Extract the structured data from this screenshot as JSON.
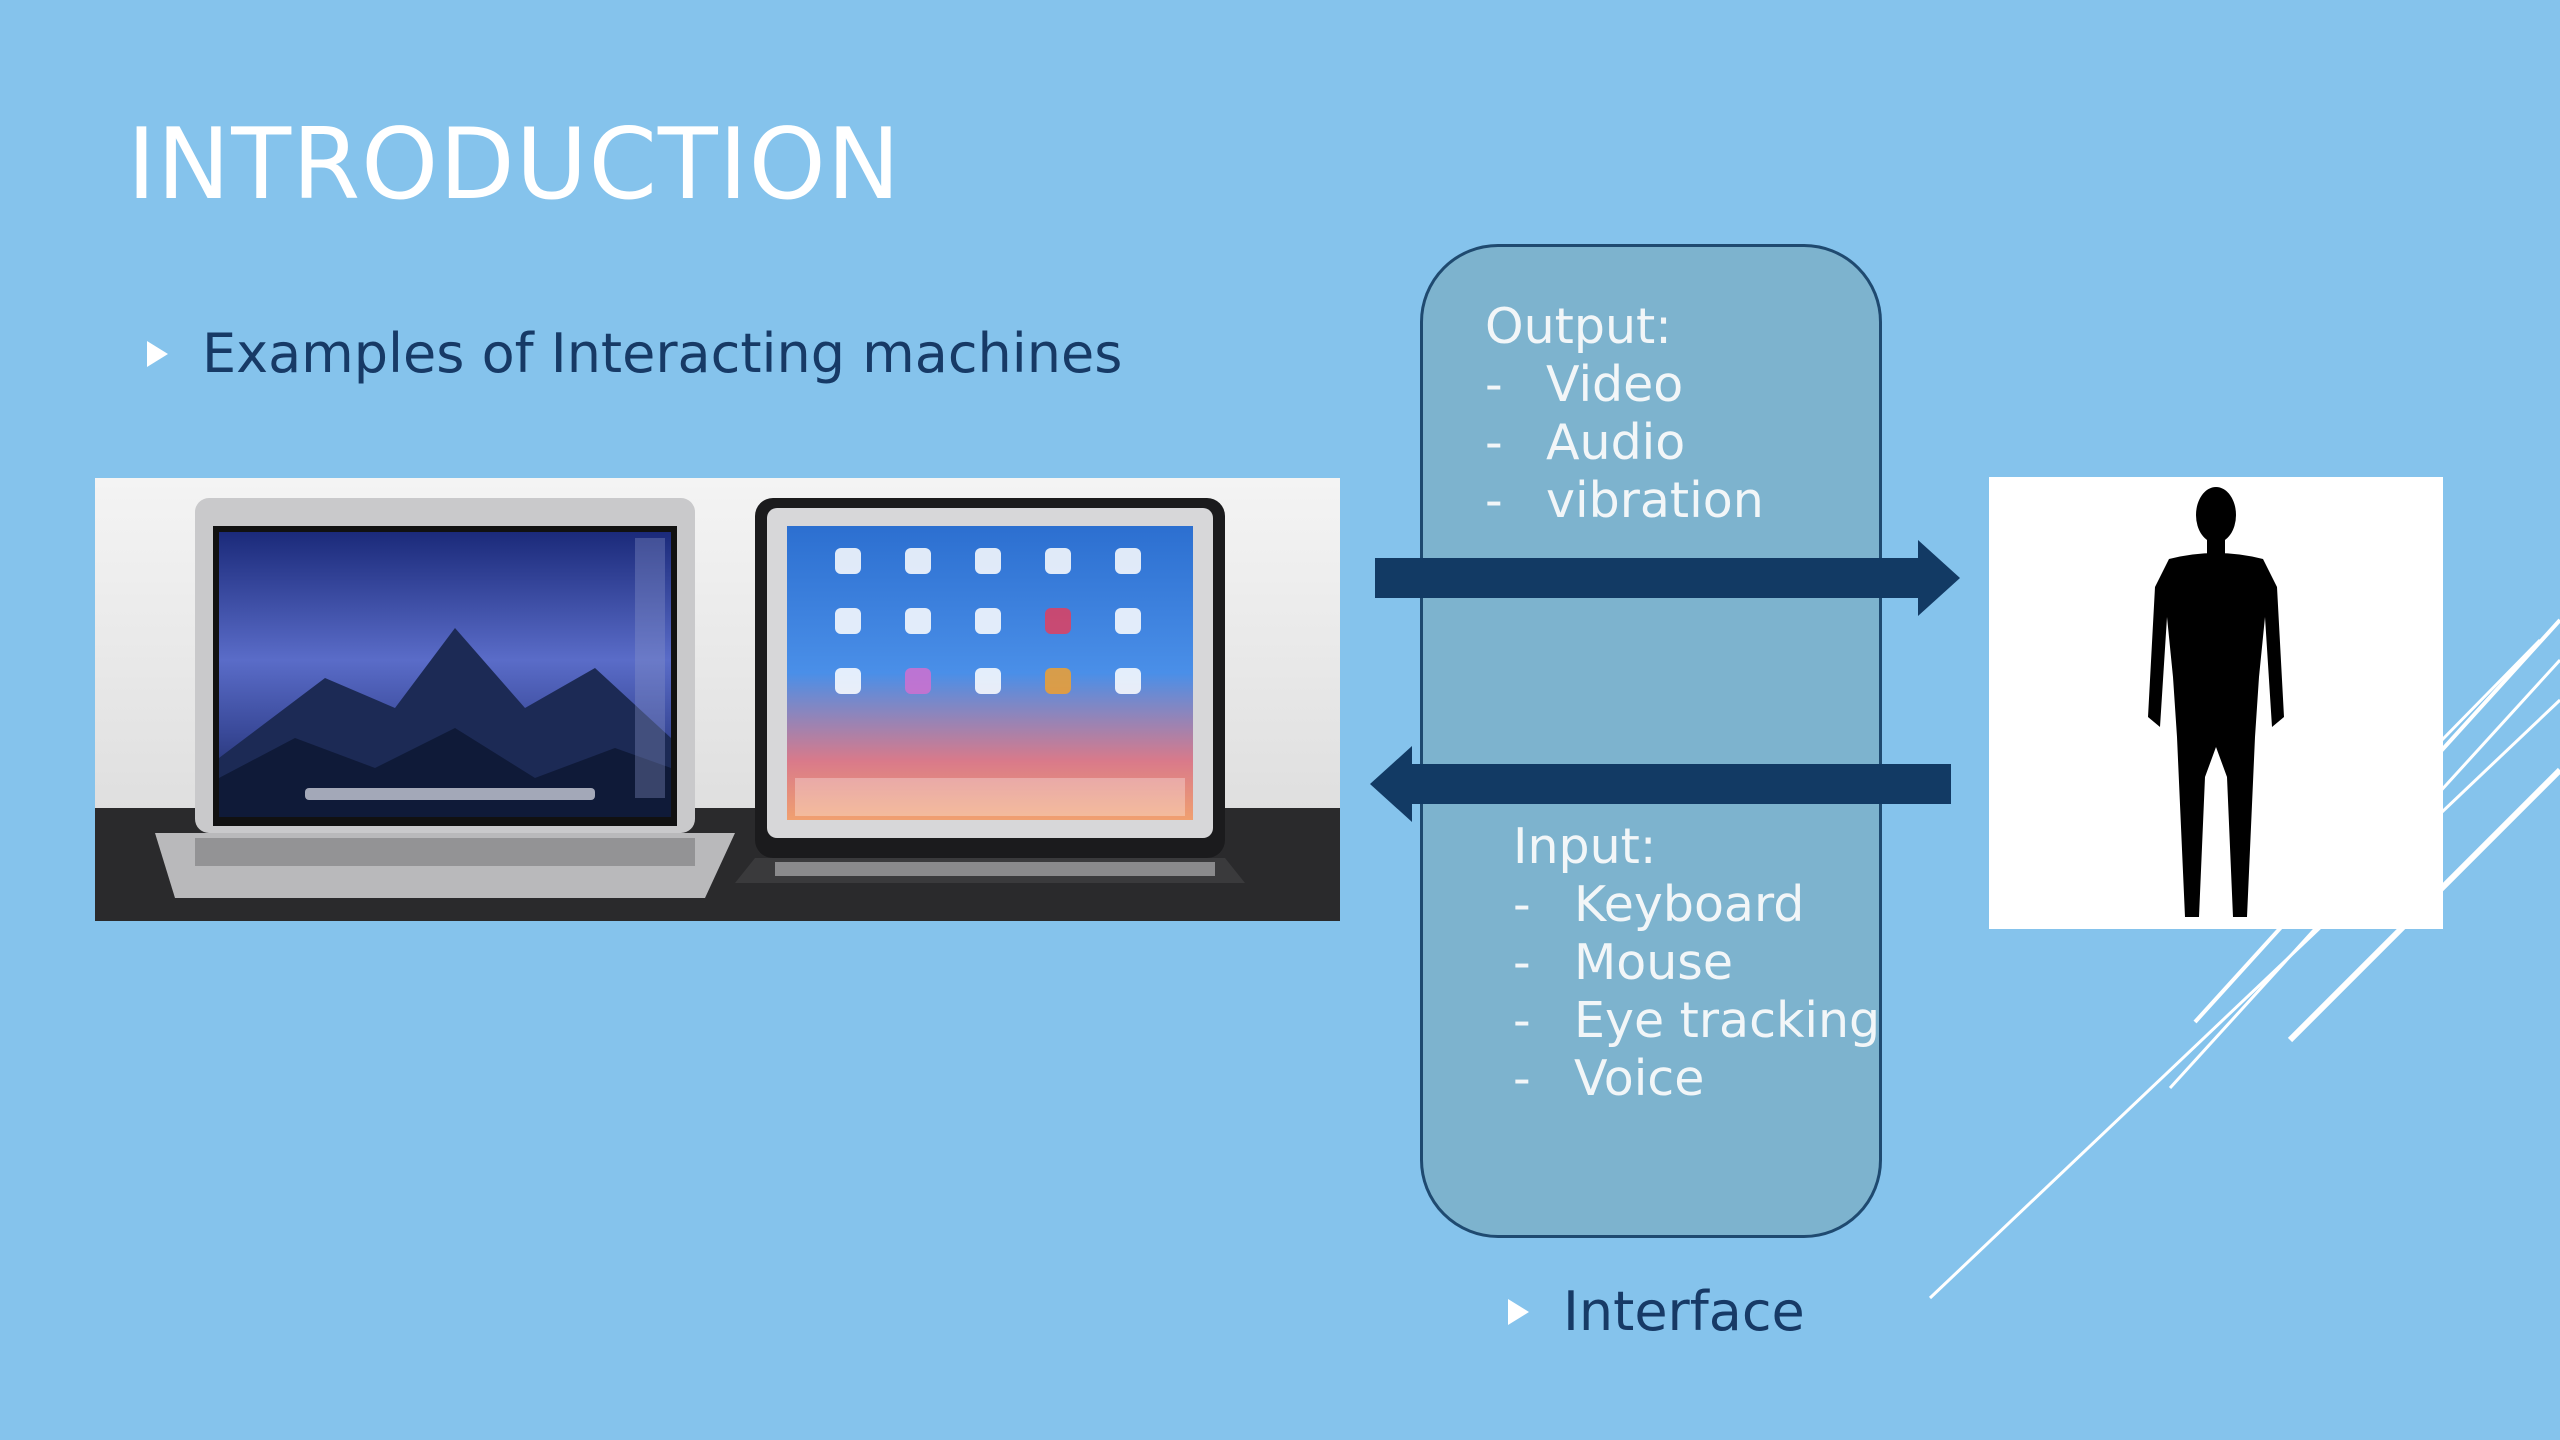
{
  "slide": {
    "title": "INTRODUCTION",
    "bullets": {
      "examples": "Examples of Interacting machines",
      "interface": "Interface"
    },
    "interface_box": {
      "output": {
        "heading": "Output:",
        "items": [
          "Video",
          "Audio",
          "vibration"
        ]
      },
      "input": {
        "heading": "Input:",
        "items": [
          "Keyboard",
          "Mouse",
          "Eye tracking",
          "Voice"
        ]
      }
    },
    "images": {
      "devices": "laptop and tablet photo",
      "human": "human silhouette"
    }
  },
  "colors": {
    "background": "#85c3ec",
    "arrow": "#123a64",
    "box_fill": "#7db3ce",
    "bullet_text": "#173a66"
  }
}
